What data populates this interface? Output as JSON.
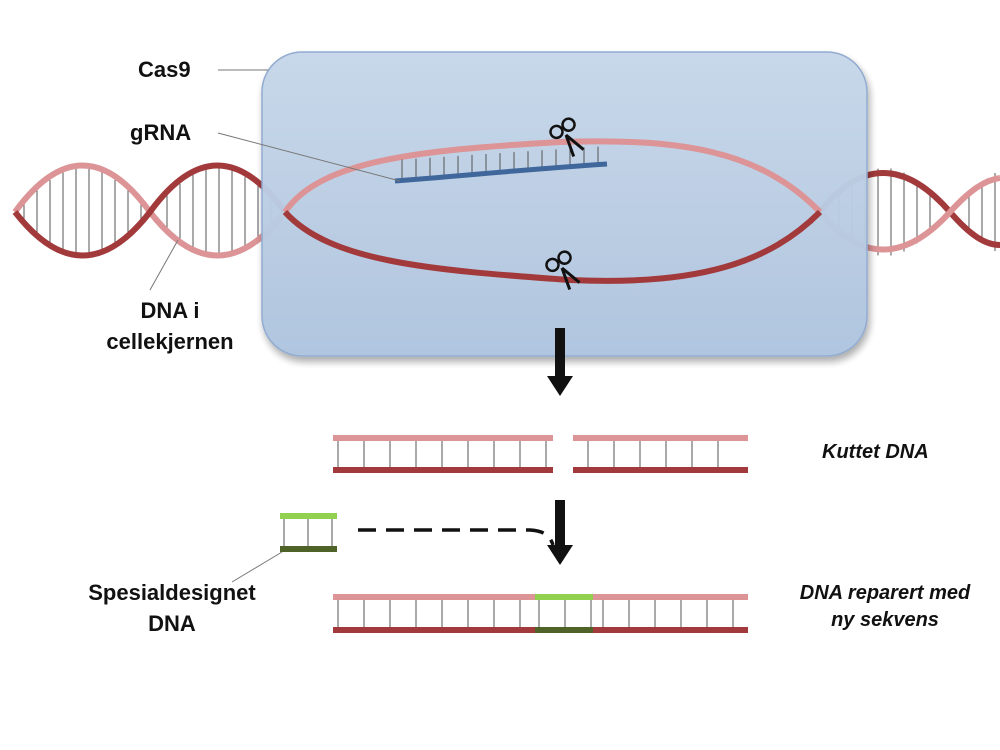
{
  "labels": {
    "cas9": "Cas9",
    "grna": "gRNA",
    "dna_nucleus_line1": "DNA i",
    "dna_nucleus_line2": "cellekjernen",
    "designed_line1": "Spesialdesignet",
    "designed_line2": "DNA",
    "cut_dna": "Kuttet DNA",
    "repaired_line1": "DNA reparert med",
    "repaired_line2": "ny sekvens"
  },
  "colors": {
    "strand_light": "#dc9496",
    "strand_dark": "#a23a3c",
    "grna": "#3f679b",
    "cas9_fill": "#b8cce4",
    "cas9_edge": "#7f9fc8",
    "insert_light": "#92d050",
    "insert_dark": "#4f6228",
    "rung": "#555555"
  },
  "icons": [
    "scissors-icon",
    "arrow-down-icon"
  ]
}
